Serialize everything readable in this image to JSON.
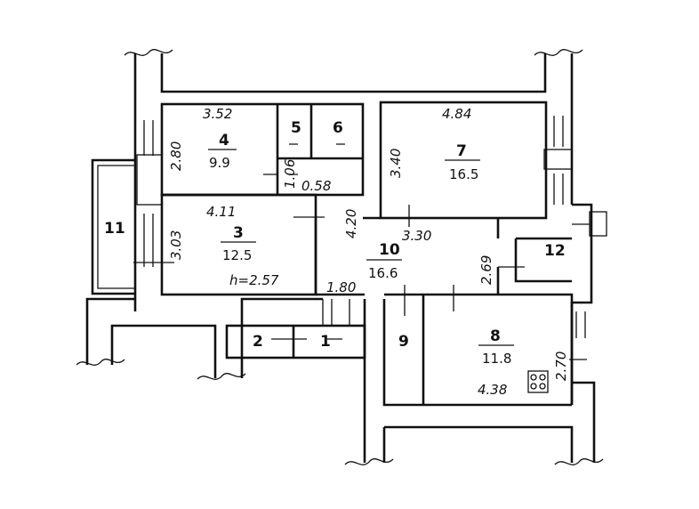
{
  "rooms": [
    {
      "id": "r1",
      "number": "1"
    },
    {
      "id": "r2",
      "number": "2"
    },
    {
      "id": "r3",
      "number": "3",
      "area": "12.5",
      "height": "h=2.57"
    },
    {
      "id": "r4",
      "number": "4",
      "area": "9.9"
    },
    {
      "id": "r5",
      "number": "5"
    },
    {
      "id": "r6",
      "number": "6"
    },
    {
      "id": "r7",
      "number": "7",
      "area": "16.5"
    },
    {
      "id": "r8",
      "number": "8",
      "area": "11.8"
    },
    {
      "id": "r9",
      "number": "9"
    },
    {
      "id": "r10",
      "number": "10",
      "area": "16.6"
    },
    {
      "id": "r11",
      "number": "11"
    },
    {
      "id": "r12",
      "number": "12"
    }
  ],
  "dimensions": {
    "room4_width": "3.52",
    "room4_depth": "2.80",
    "room3_width": "4.11",
    "room3_depth": "3.03",
    "room7_width": "4.84",
    "room7_depth": "3.40",
    "hall_depth": "4.20",
    "hall_width": "3.30",
    "hall_right": "2.69",
    "corridor_width": "1.80",
    "niche_width": "0.58",
    "niche_depth": "1.06",
    "room8_width": "4.38",
    "room8_depth": "2.70"
  },
  "icons": {
    "stove": "stove-icon"
  }
}
